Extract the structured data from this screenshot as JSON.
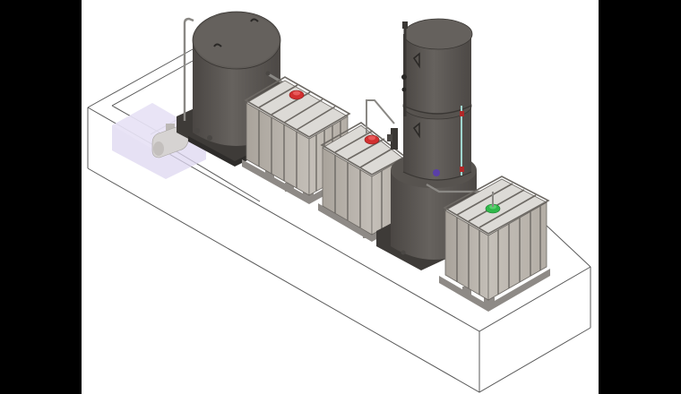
{
  "scene": {
    "title": "Isometric tank installation render",
    "background": "#ffffff",
    "letterbox_color": "#000000"
  },
  "slab": {
    "label": "Concrete foundation slab",
    "outline_color": "#555555"
  },
  "components": {
    "left_tank": {
      "label": "Storage tank",
      "body_color": "#5a5652"
    },
    "tower_tank": {
      "label": "Tower tank",
      "body_color": "#5e5a56"
    },
    "ibc_1": {
      "label": "IBC container 1",
      "cap_color": "#d23030"
    },
    "ibc_2": {
      "label": "IBC container 2",
      "cap_color": "#d23030"
    },
    "ibc_3": {
      "label": "IBC container 3",
      "cap_color": "#2fb84a"
    },
    "pump": {
      "label": "Pump unit",
      "color": "#cfcccc"
    },
    "sump": {
      "label": "Sump pit",
      "color": "#d9d3ee"
    }
  },
  "colors": {
    "ibc_body": "#b8b2aa",
    "ibc_top": "#dcdad6",
    "ibc_cage": "#6d6964",
    "pallet": "#8e8a86",
    "pipe": "#8a8884",
    "level_tube": "#9fd6cf",
    "valve_blue": "#5a3fa8",
    "valve_red": "#b02828"
  }
}
